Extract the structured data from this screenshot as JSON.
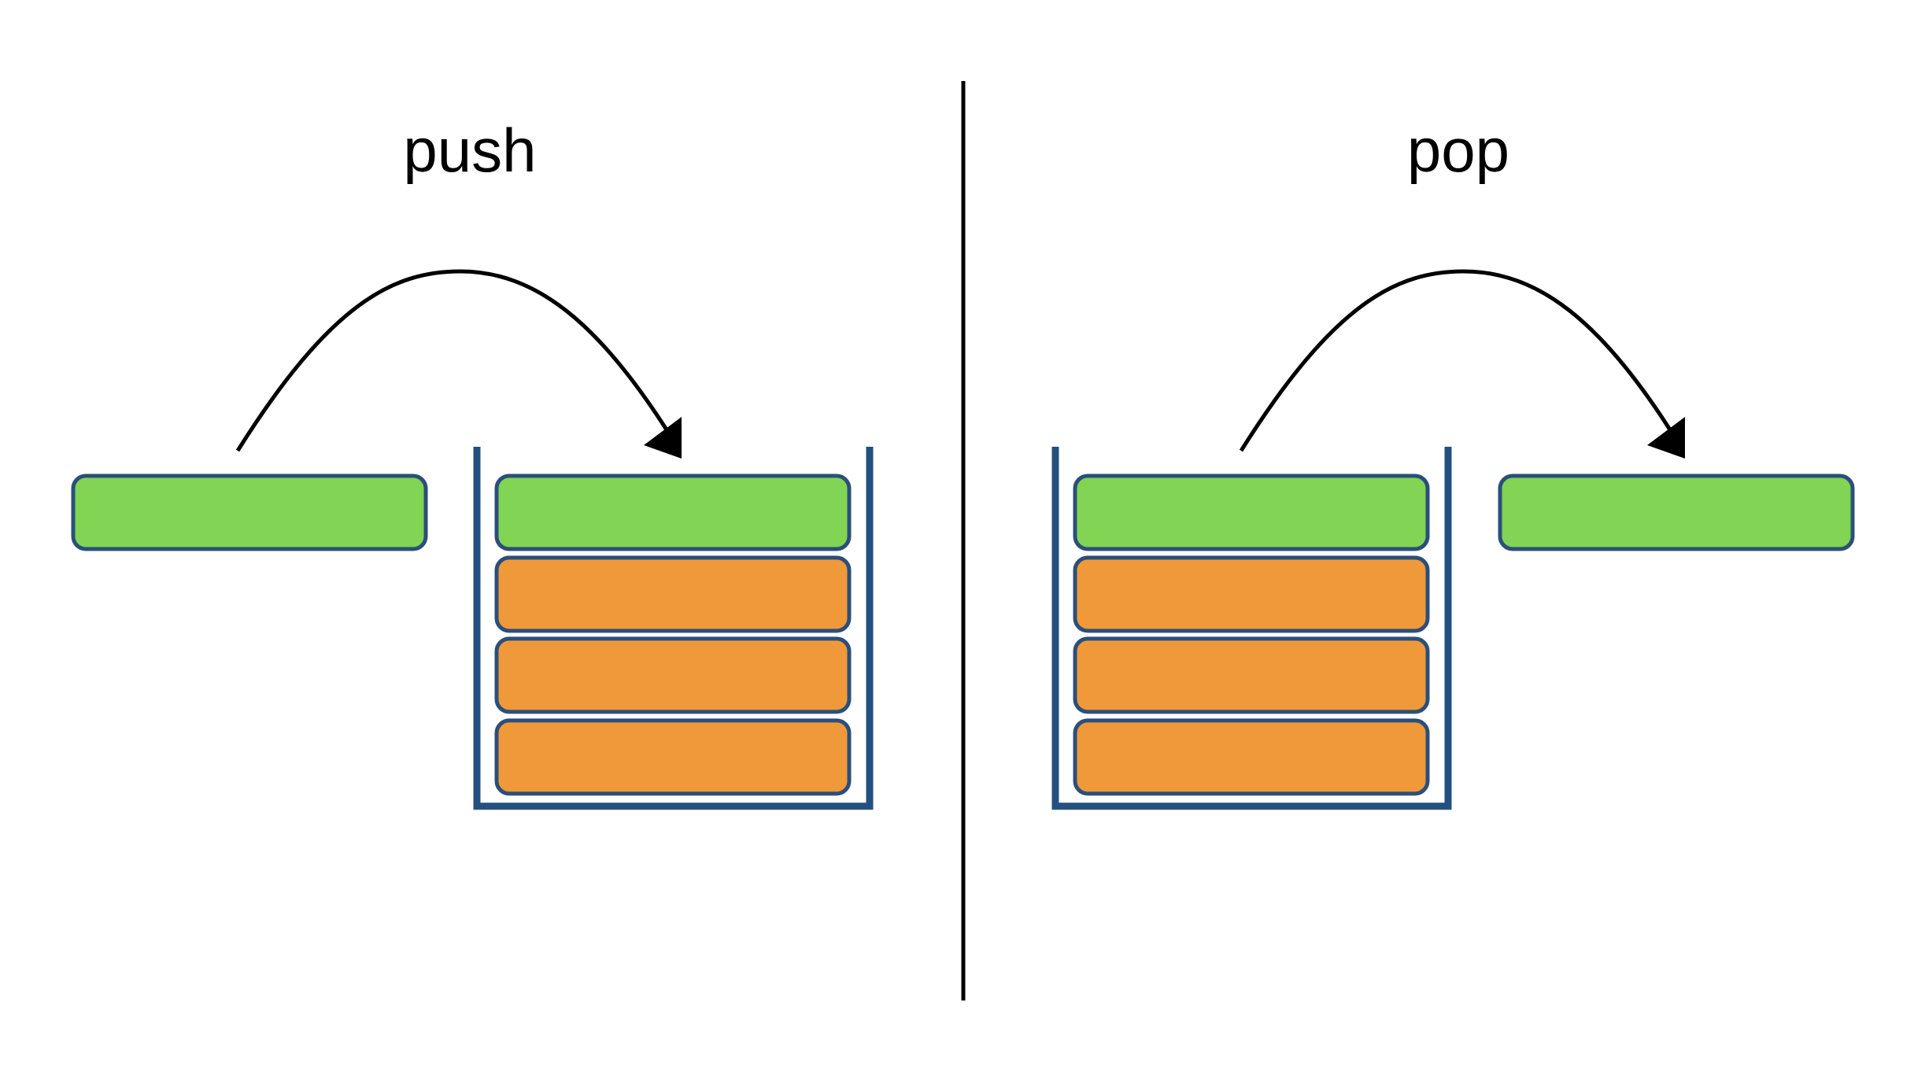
{
  "colors": {
    "background": "#ffffff",
    "element_new": "#82d454",
    "element_existing": "#f0993a",
    "element_border": "#2b4f7a",
    "container": "#24507f",
    "arrow": "#000000",
    "divider": "#000000"
  },
  "push": {
    "title": "push",
    "stack_element_count": 4
  },
  "pop": {
    "title": "pop",
    "stack_element_count": 4
  }
}
